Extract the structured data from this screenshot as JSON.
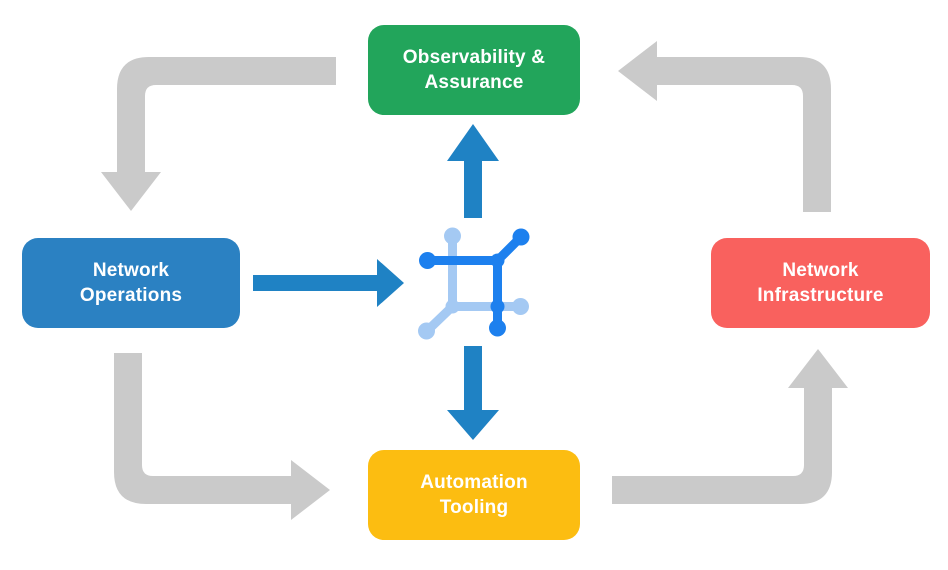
{
  "diagram": {
    "nodes": {
      "observability": {
        "line1": "Observability &",
        "line2": "Assurance",
        "color": "#22a55b"
      },
      "operations": {
        "line1": "Network",
        "line2": "Operations",
        "color": "#2b81c2"
      },
      "infrastructure": {
        "line1": "Network",
        "line2": "Infrastructure",
        "color": "#f9615e"
      },
      "automation": {
        "line1": "Automation",
        "line2": "Tooling",
        "color": "#fcbd11"
      }
    },
    "icon": {
      "name": "network-topology-icon",
      "dark_blue": "#1d80ee",
      "light_blue": "#a4c9f3"
    },
    "arrows": {
      "cycle_color": "#cacaca",
      "hub_color": "#1f82c4",
      "cycle": [
        {
          "from": "observability",
          "to": "operations"
        },
        {
          "from": "operations",
          "to": "automation"
        },
        {
          "from": "automation",
          "to": "infrastructure"
        },
        {
          "from": "infrastructure",
          "to": "observability"
        }
      ],
      "hub": [
        {
          "from": "operations",
          "to": "center-icon"
        },
        {
          "from": "center-icon",
          "to": "observability"
        },
        {
          "from": "center-icon",
          "to": "automation"
        }
      ]
    }
  }
}
